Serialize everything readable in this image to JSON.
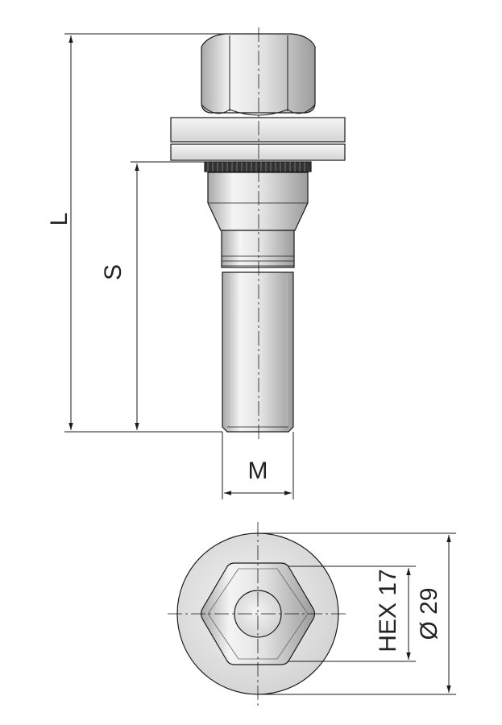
{
  "dimensions": {
    "length_label": "L",
    "thread_length_label": "S",
    "thread_label": "M",
    "hex_label": "HEX 17",
    "diameter_label": "Ø 29"
  },
  "colors": {
    "metal_light": "#f2f2f2",
    "metal_mid": "#d6d6d6",
    "metal_dark": "#9a9a9a",
    "line": "#1a1a1a"
  }
}
